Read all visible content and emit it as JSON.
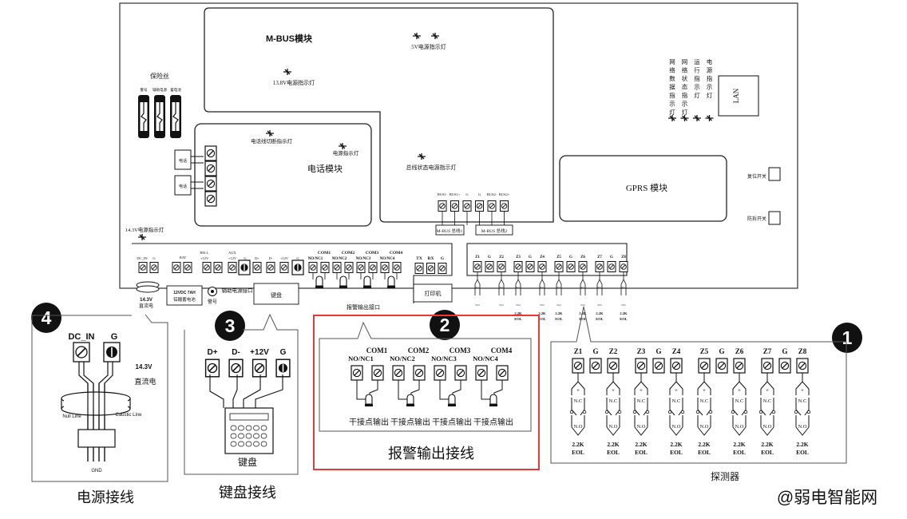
{
  "board": {
    "mbus_module": {
      "title": "M-BUS模块",
      "led_5v": "5V电源指示灯",
      "led_13v8": "13.8V电源指示灯",
      "led_bus_status": "总线状态电源指示灯"
    },
    "phone_module": {
      "title": "电话模块",
      "led_line_cut": "电话线切断指示灯",
      "led_power": "电源指示灯",
      "box_phone": "电话",
      "box_phone2": "电话"
    },
    "fuse": {
      "title": "保险丝",
      "labels": [
        "警号",
        "辅助电源",
        "蓄电池"
      ]
    },
    "gprs": {
      "title": "GPRS 模块",
      "reset_switch": "复位开关",
      "tamper_switch": "防拆开关"
    },
    "lan": "LAN",
    "indicators": [
      "网络数据指示灯",
      "网络状态指示灯",
      "运行指示灯",
      "电源指示灯"
    ],
    "mbus_terminals": [
      "BUS1-",
      "BUS1+",
      "G",
      "G",
      "BUS2-",
      "BUS2+"
    ],
    "mbus_bus1": "M-BUS 总线1",
    "mbus_bus2": "M-BUS 总线2",
    "led_14v3": "14.3V电源指示灯",
    "bottom_terminals": {
      "power": [
        "DC_IN",
        "G"
      ],
      "bat": "BAT",
      "bell": [
        "BELL",
        "+12V"
      ],
      "aux": [
        "AUX",
        "+12V",
        "G"
      ],
      "kbd": [
        "D+",
        "D-",
        "+12V",
        "G"
      ],
      "com_labels": [
        "COM1",
        "COM2",
        "COM3",
        "COM4"
      ],
      "nonc_labels": [
        "NO/NC1",
        "NO/NC2",
        "NO/NC3",
        "NO/NC4"
      ],
      "printer": [
        "TX",
        "RX",
        "G"
      ],
      "zones": [
        "Z1",
        "G",
        "Z2",
        "Z3",
        "G",
        "Z4",
        "Z5",
        "G",
        "Z6",
        "Z7",
        "G",
        "Z8"
      ]
    },
    "labels_below": {
      "dc": "14.3V 直流电",
      "battery": "12VDC 7AH 铅酸蓄电池",
      "siren": "警号",
      "aux_power": "辅助电源接口",
      "keypad": "键盘",
      "alarm_output": "报警输出接口",
      "printer": "打印机",
      "eol": [
        "2.2K",
        "EOL"
      ]
    }
  },
  "callouts": {
    "c1": {
      "num": "1",
      "title": "探测器",
      "zones": [
        "Z1",
        "G",
        "Z2",
        "Z3",
        "G",
        "Z4",
        "Z5",
        "G",
        "Z6",
        "Z7",
        "G",
        "Z8"
      ],
      "nc": "N.C",
      "no": "N.O",
      "eol_value": "2.2K",
      "eol": "EOL"
    },
    "c2": {
      "num": "2",
      "title": "报警输出接线",
      "coms": [
        "COM1",
        "COM2",
        "COM3",
        "COM4"
      ],
      "noncs": [
        "NO/NC1",
        "NO/NC2",
        "NO/NC3",
        "NO/NC4"
      ],
      "dry": "干接点输出"
    },
    "c3": {
      "num": "3",
      "title": "键盘接线",
      "terms": [
        "D+",
        "D-",
        "+12V",
        "G"
      ],
      "keypad": "键盘"
    },
    "c4": {
      "num": "4",
      "title": "电源接线",
      "terms": [
        "DC_IN",
        "G"
      ],
      "voltage": "14.3V",
      "dc": "直流电",
      "null_line": "Null Line",
      "caustic_line": "Caustic Line",
      "gnd": "GND"
    }
  },
  "watermark": "@弱电智能网",
  "colors": {
    "highlight": "#e23b3b",
    "line": "#1a1a1a",
    "badge": "#111111"
  }
}
